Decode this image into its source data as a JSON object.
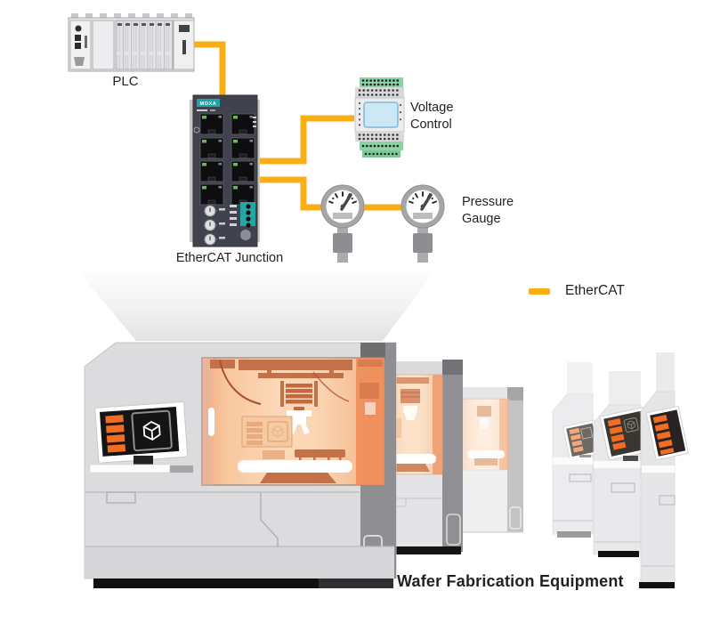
{
  "devices": {
    "plc": {
      "label": "PLC"
    },
    "junction": {
      "label": "EtherCAT Junction",
      "brand": "MOXA",
      "port_count": 8
    },
    "voltage_control": {
      "label": "Voltage Control"
    },
    "pressure_gauge": {
      "label": "Pressure Gauge"
    },
    "wafer_equipment": {
      "label": "Wafer Fabrication Equipment"
    }
  },
  "legend": {
    "label": "EtherCAT",
    "line_color": "#F9AE15"
  },
  "colors": {
    "cable": "#F9AE15",
    "switch_body": "#40434D",
    "moxa_teal": "#1FA3A6",
    "port_led_green": "#66BD4E",
    "display_orange": "#F26C21",
    "chamber_orange": "#F5B98E",
    "text": "#231F20"
  }
}
